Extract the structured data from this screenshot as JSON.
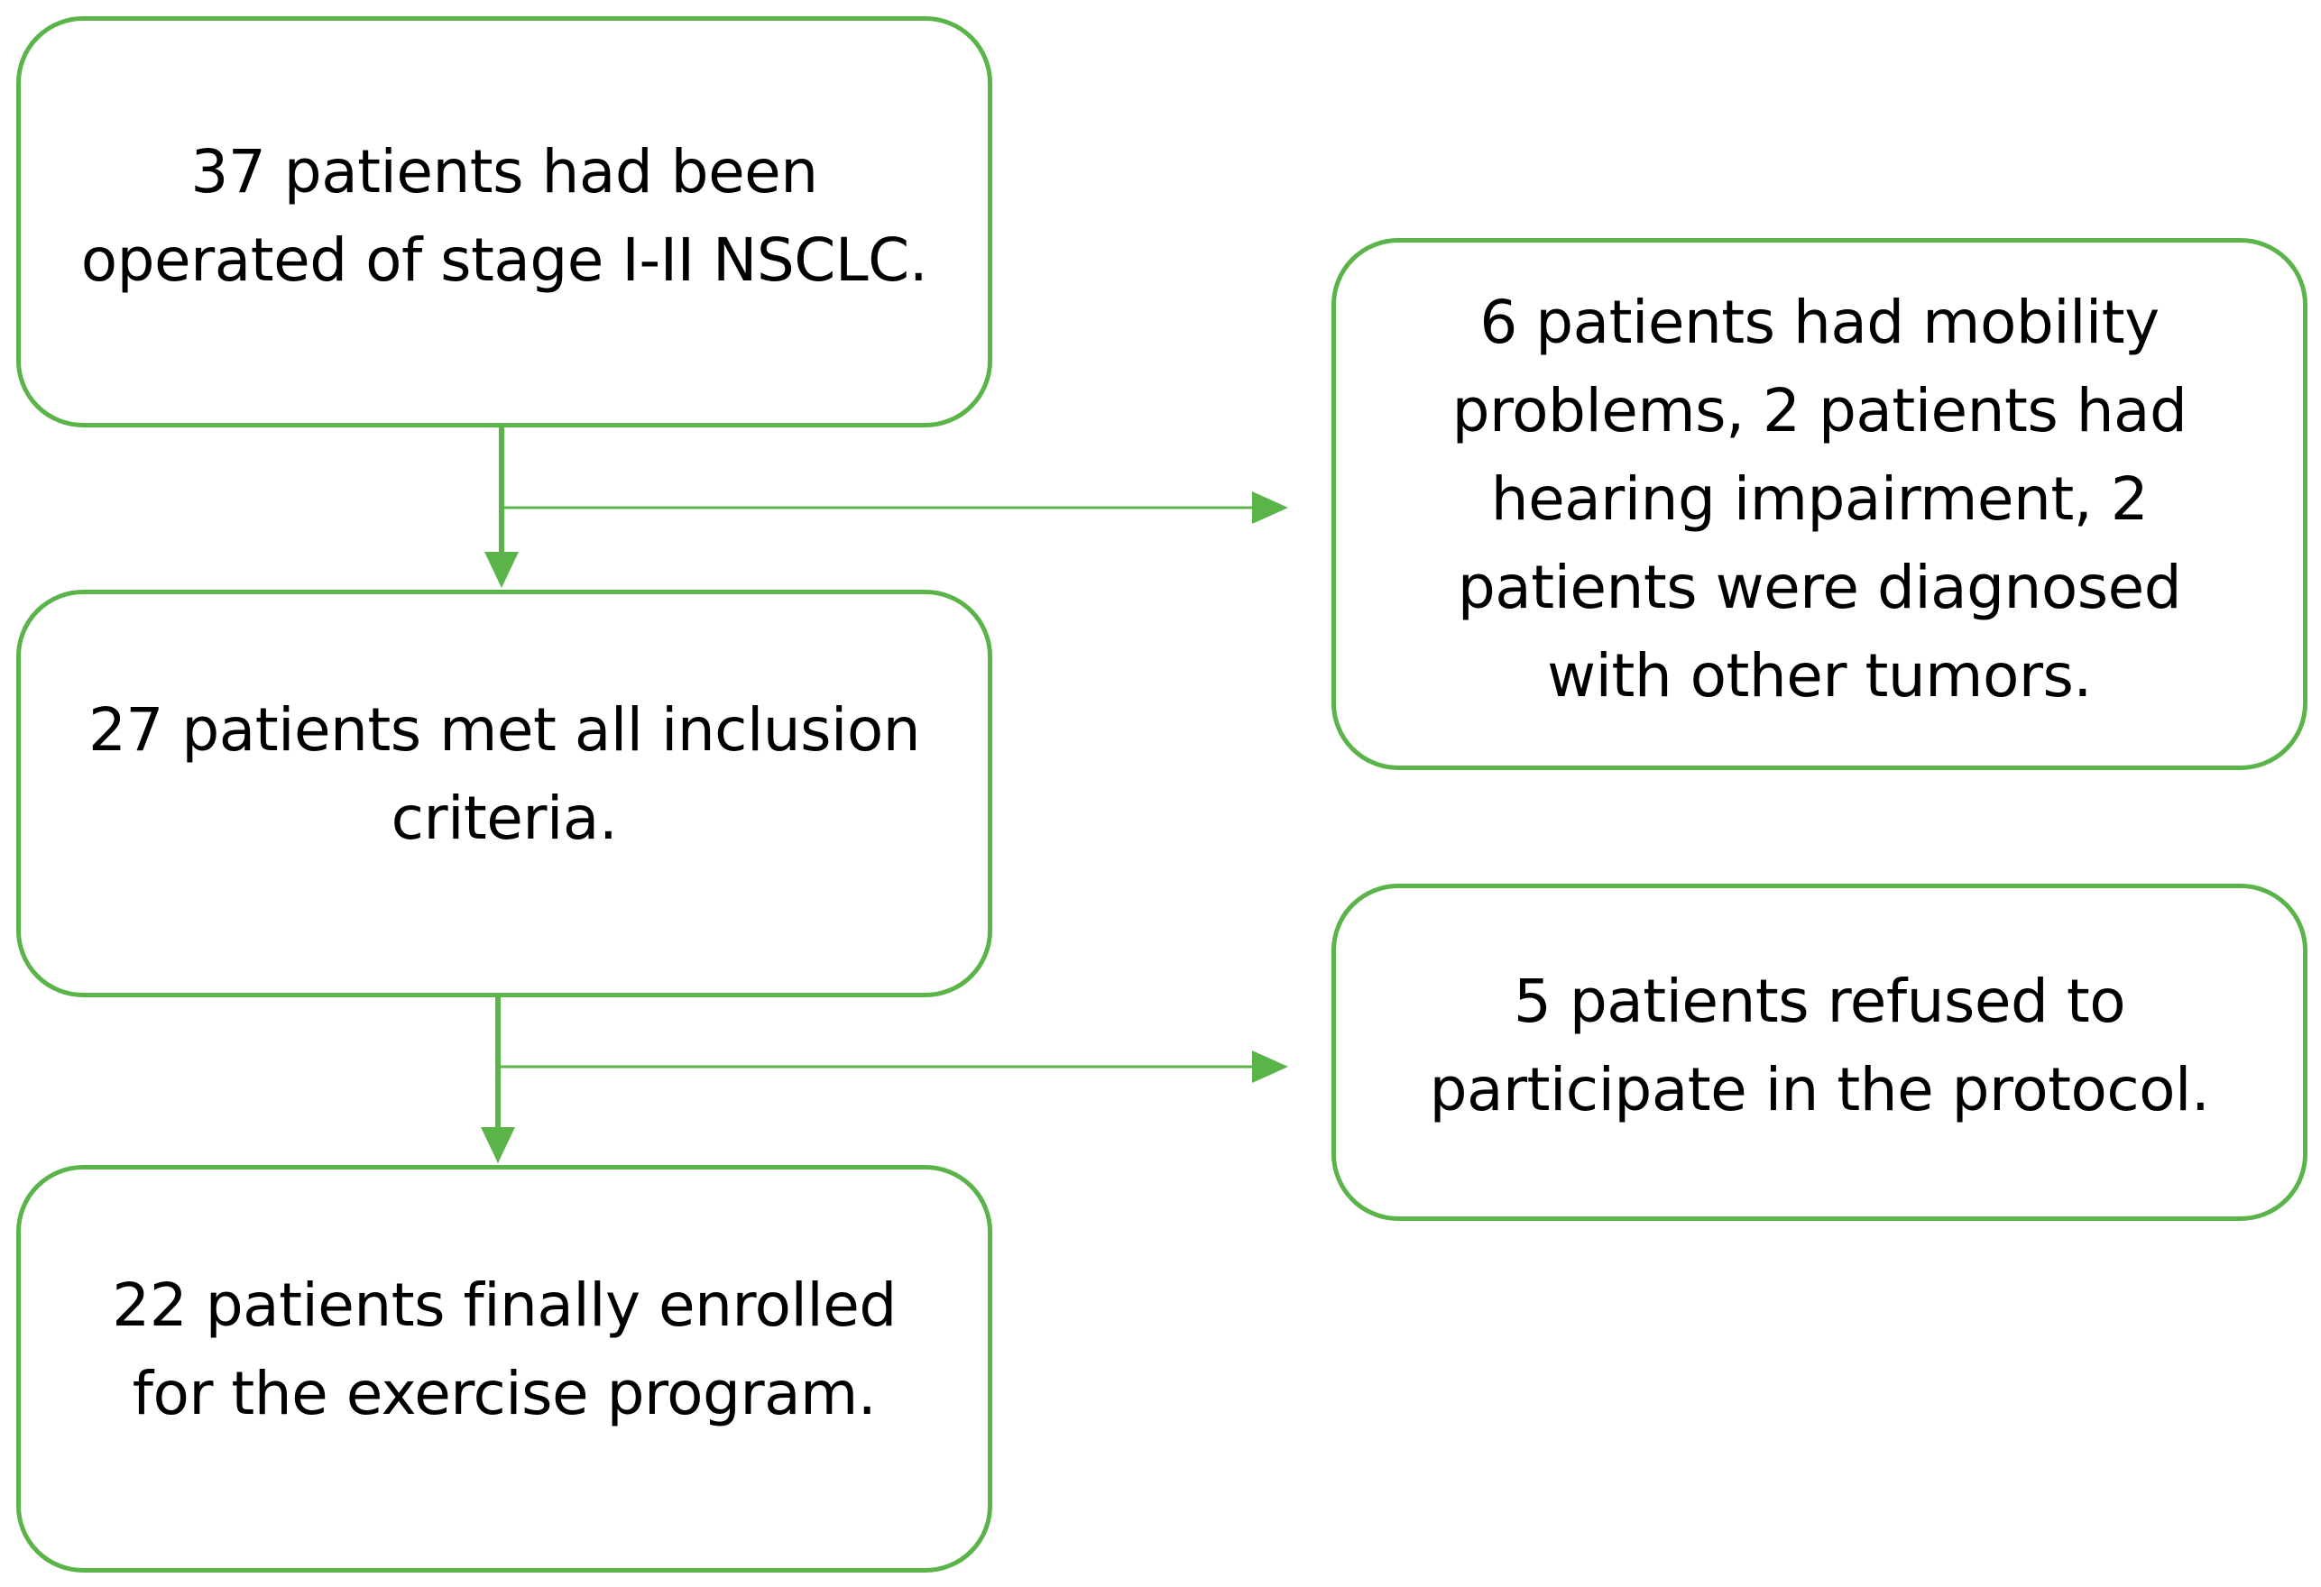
{
  "colors": {
    "accent": "#5ab44a",
    "text": "#000000",
    "background": "#ffffff"
  },
  "flow": {
    "screened": {
      "lines": [
        "37 patients had been",
        "operated of stage I-II NSCLC."
      ]
    },
    "eligible": {
      "lines": [
        "27 patients met all inclusion",
        "criteria."
      ]
    },
    "enrolled": {
      "lines": [
        "22 patients finally enrolled",
        "for the exercise program."
      ]
    }
  },
  "exclusions": {
    "excluded": {
      "lines": [
        "6 patients had mobility",
        "problems, 2 patients had",
        "hearing impairment, 2",
        "patients were diagnosed",
        "with other tumors."
      ]
    },
    "refused": {
      "lines": [
        "5 patients refused to",
        "participate in the protocol."
      ]
    }
  }
}
